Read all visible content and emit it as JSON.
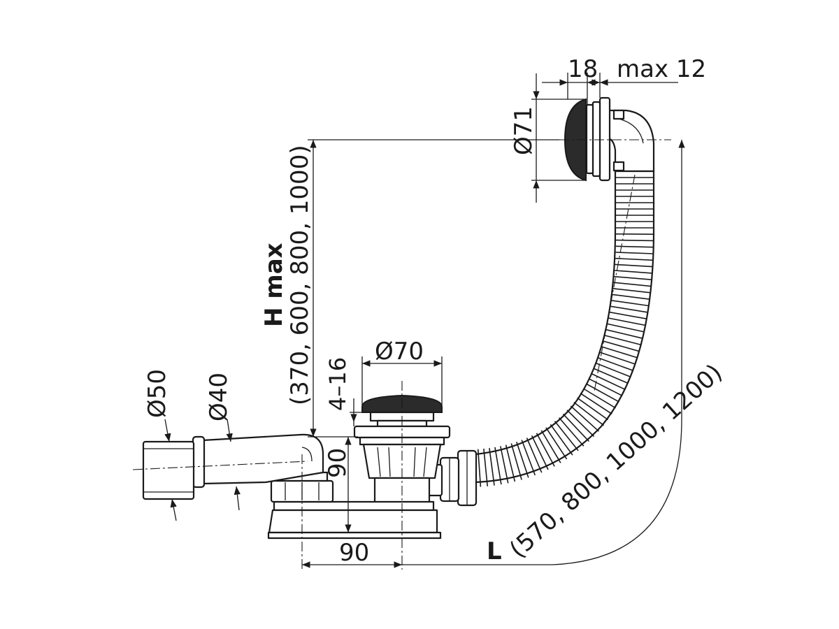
{
  "diagram": {
    "labels": {
      "overflow_cap_thickness": "18",
      "overflow_wall_max": "max 12",
      "overflow_diameter": "Ø71",
      "drain_cap_diameter": "Ø70",
      "drain_gap_range": "4–16",
      "outlet_outer_diameter": "Ø50",
      "outlet_inner_diameter": "Ø40",
      "trap_height": "90",
      "trap_offset": "90",
      "height_title": "H max",
      "height_values": "(370, 600, 800, 1000)",
      "length_title": "L",
      "length_values": "(570, 800, 1000, 1200)"
    },
    "colors": {
      "line": "#1a1a1a",
      "cap_fill": "#2b2b2b",
      "background": "#ffffff"
    }
  }
}
